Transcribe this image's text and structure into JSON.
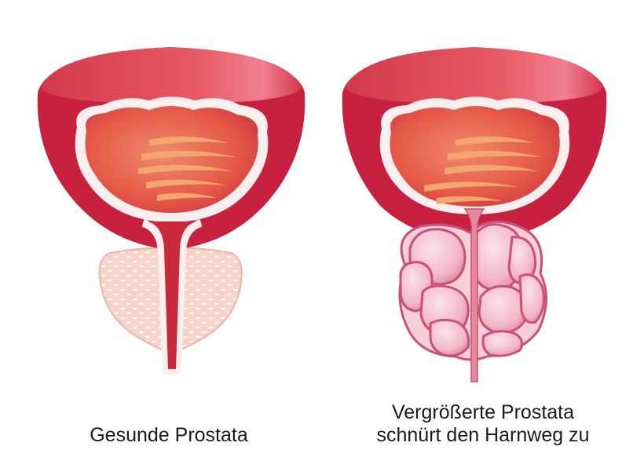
{
  "labels": {
    "healthy": "Gesunde Prostata",
    "enlarged_line1": "Vergrößerte Prostata",
    "enlarged_line2": "schnürt den Harnweg zu"
  },
  "colors": {
    "bladder_outer": "#c8203f",
    "bladder_rim": "#e04a58",
    "bladder_wall_white": "#fbeeee",
    "bladder_cavity": "#e86850",
    "bladder_folds": "#f5a06a",
    "prostate_healthy": "#f6d2c8",
    "prostate_enlarged": "#f2b6c6",
    "lobe_outline": "#c8507a",
    "urethra": "#c82a3c"
  }
}
